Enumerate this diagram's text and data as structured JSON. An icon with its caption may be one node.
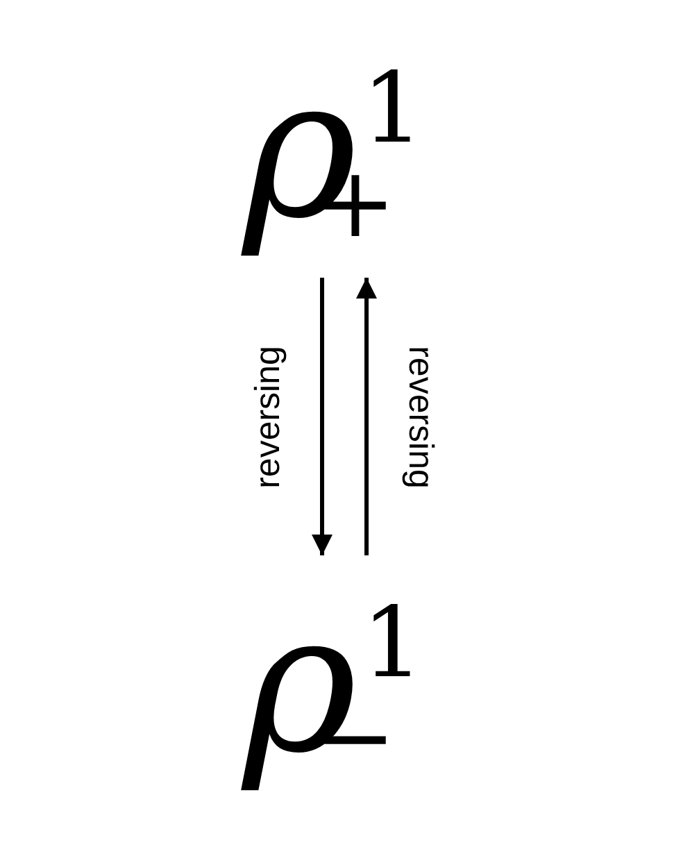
{
  "diagram": {
    "nodes": [
      {
        "text": [
          "ρ$^{1}$$_{+}$"
        ]
      },
      {
        "text": [
          "ρ$^{1}$$_{−}$"
        ]
      }
    ],
    "edges": [
      {
        "from": 0,
        "to": 1,
        "arrow": "to",
        "label": "reversing"
      },
      {
        "from": 1,
        "to": 0,
        "arrow": "to",
        "label": "reversing"
      }
    ]
  }
}
